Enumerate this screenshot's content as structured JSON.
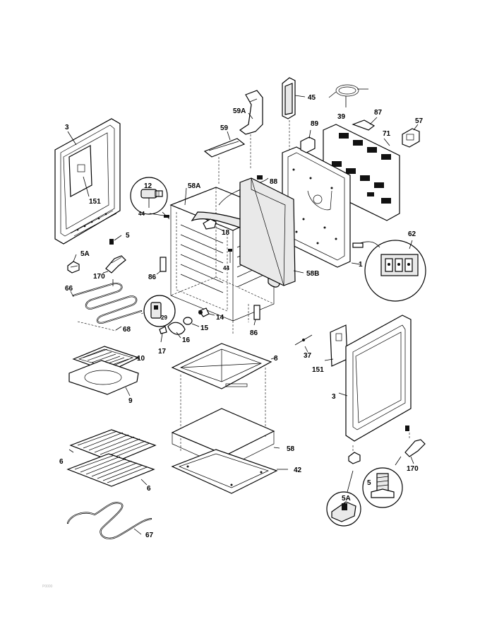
{
  "labels": {
    "l3a": "3",
    "l151a": "151",
    "l12": "12",
    "l44a": "44",
    "l5a": "5",
    "l5Aa": "5A",
    "l170a": "170",
    "l58A": "58A",
    "l18": "18",
    "l86a": "86",
    "l44b": "44",
    "l59A": "59A",
    "l59": "59",
    "l45": "45",
    "l39": "39",
    "l87": "87",
    "l57": "57",
    "l89": "89",
    "l71": "71",
    "l88": "88",
    "l58B": "58B",
    "l1": "1",
    "l62": "62",
    "l66": "66",
    "l29": "29",
    "l14": "14",
    "l15": "15",
    "l16": "16",
    "l17": "17",
    "l68": "68",
    "l86b": "86",
    "l10": "10",
    "l9": "9",
    "l8": "8",
    "l37": "37",
    "l151b": "151",
    "l3b": "3",
    "l58": "58",
    "l42": "42",
    "l6a": "6",
    "l6b": "6",
    "l67": "67",
    "l170b": "170",
    "l5b": "5",
    "l5Ab": "5A"
  },
  "footer": "P0000"
}
